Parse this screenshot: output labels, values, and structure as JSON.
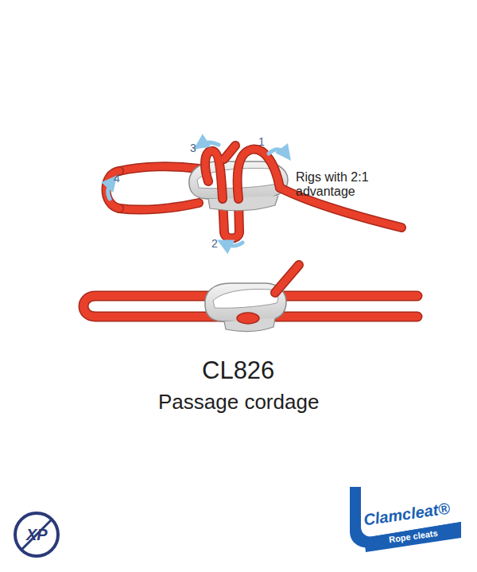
{
  "diagram": {
    "title": "CL826",
    "caption": "Passage cordage",
    "labels": [
      "1",
      "2",
      "3",
      "4",
      "Rigs with 2:1 advantage",
      "XP",
      "Clamcleat®",
      "Rope cleats"
    ]
  }
}
